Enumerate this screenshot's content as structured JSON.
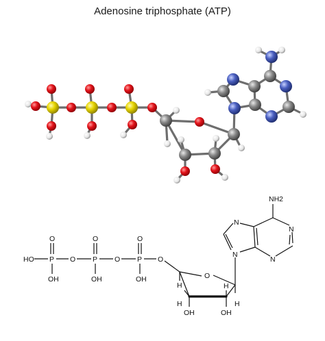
{
  "title": "Adenosine triphosphate (ATP)",
  "colors": {
    "oxygen": "#e3141b",
    "phosphorus": "#e6d400",
    "carbon": "#8a8a8a",
    "nitrogen": "#4a5fc0",
    "hydrogen": "#ffffff"
  },
  "structural_formula": {
    "labels": {
      "ho": "HO",
      "p1": "P",
      "p2": "P",
      "p3": "P",
      "o_top1": "O",
      "o_top2": "O",
      "o_top3": "O",
      "o_br1": "O",
      "o_br2": "O",
      "o_br3": "O",
      "oh_p1": "OH",
      "oh_p2": "OH",
      "oh_p3": "OH",
      "o_ring": "O",
      "nh2": "NH2",
      "n1": "N",
      "n3": "N",
      "n7": "N",
      "n9": "N",
      "h1": "H",
      "h2": "H",
      "h3": "H",
      "h4": "H",
      "oh_c2": "OH",
      "oh_c3": "OH"
    }
  }
}
